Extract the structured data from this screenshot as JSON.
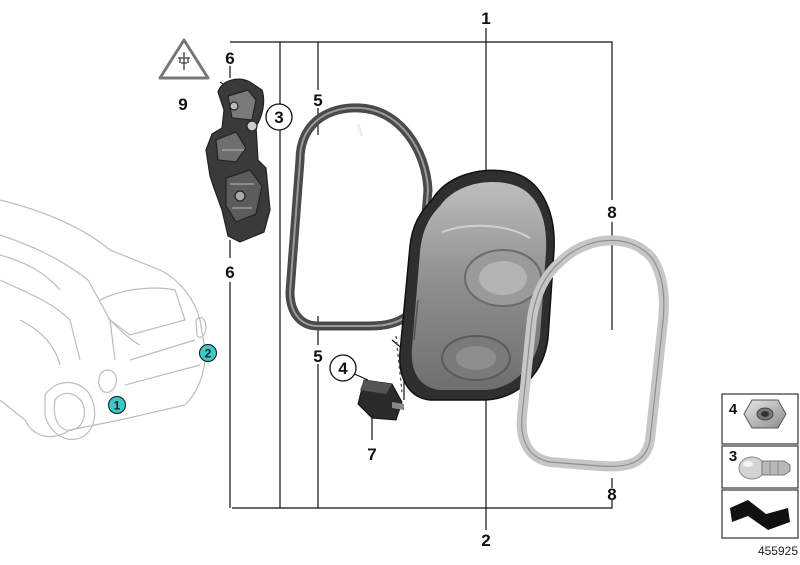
{
  "diagram": {
    "reference_number": "455925",
    "labels": {
      "p1": "1",
      "p2": "2",
      "p3": "3",
      "p4": "4",
      "p5_top": "5",
      "p5_bottom": "5",
      "p6_top": "6",
      "p6_bottom": "6",
      "p7": "7",
      "p8_top": "8",
      "p8_bottom": "8",
      "p9": "9",
      "callout1": "1",
      "callout2": "2",
      "side_4": "4",
      "side_3": "3"
    },
    "colors": {
      "callout_fill": "#3cc8c8",
      "line": "#111111",
      "car_outline": "#bbbbbb"
    },
    "icons": [
      "warning-plug-icon",
      "hex-nut-icon",
      "bulb-icon",
      "wedge-symbol-icon"
    ]
  }
}
